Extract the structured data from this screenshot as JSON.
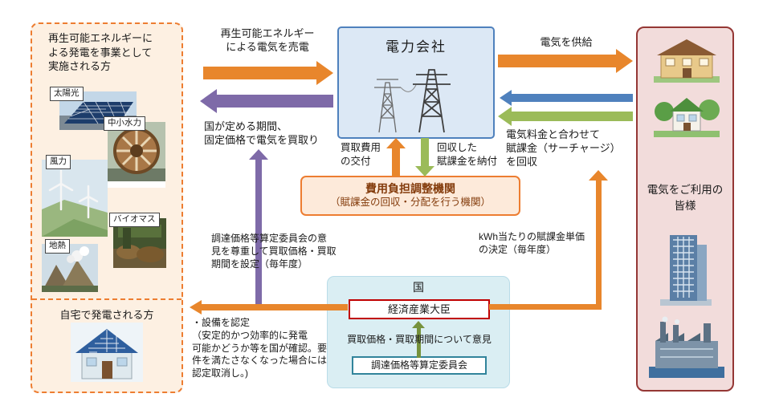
{
  "left_panel": {
    "title": "再生可能エネルギーに\nよる発電を事業として\n実施される方",
    "sources": [
      {
        "label": "太陽光",
        "image": "solar-panels-photo"
      },
      {
        "label": "中小水力",
        "image": "waterwheel-photo"
      },
      {
        "label": "風力",
        "image": "wind-turbines-photo"
      },
      {
        "label": "バイオマス",
        "image": "biomass-photo"
      },
      {
        "label": "地熱",
        "image": "geothermal-photo"
      }
    ],
    "home_section": {
      "title": "自宅で発電される方",
      "image": "solar-home-photo"
    }
  },
  "power_company": {
    "title": "電力会社",
    "image": "transmission-towers"
  },
  "consumers_panel": {
    "title": "電気をご利用の\n皆様",
    "images": [
      "house",
      "eco-house",
      "office-building",
      "factory"
    ]
  },
  "cost_org": {
    "name": "費用負担調整機関",
    "subtitle": "（賦課金の回収・分配を行う機関）"
  },
  "government": {
    "label": "国",
    "minister": "経済産業大臣",
    "opinion": "買取価格・買取期間について意見",
    "committee": "調達価格等算定委員会"
  },
  "flows": {
    "sell_label": "再生可能エネルギー\nによる電気を売電",
    "buy_label": "国が定める期間、\n固定価格で電気を買取り",
    "supply_label": "電気を供給",
    "surcharge_label": "電気料金と合わせて\n賦課金（サーチャージ）\nを回収",
    "grant_label": "買取費用\nの交付",
    "pay_label": "回収した\n賦課金を納付",
    "set_price_label": "調達価格等算定委員会の意\n見を尊重して買取価格・買取\n期間を設定（毎年度）",
    "unit_price_label": "kWh当たりの賦課金単価\nの決定（毎年度）",
    "certify_label": "・設備を認定\n（安定的かつ効率的に発電\n可能かどうか等を国が確認。要\n件を満たさなくなった場合には\n認定取消し。)"
  },
  "colors": {
    "orange_arrow": "#e8862c",
    "purple_arrow": "#7e6aa8",
    "green_arrow": "#9bbb59",
    "blue_arrow": "#4f81bd",
    "left_panel_border": "#ed7d31",
    "consumers_border": "#953735",
    "power_company_border": "#4f81bd",
    "cost_org_border": "#ed7d31",
    "minister_border": "#c00000",
    "committee_border": "#31849b"
  }
}
